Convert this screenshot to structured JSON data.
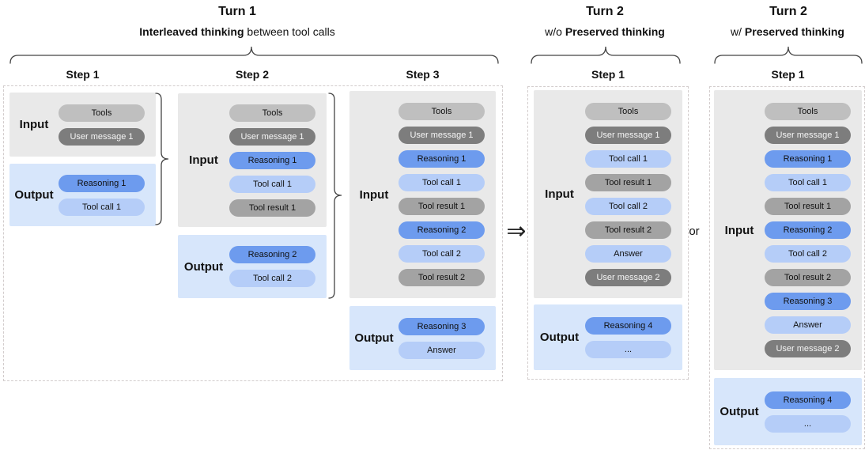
{
  "headers": {
    "turn1": {
      "title": "Turn 1",
      "subtitle_bold": "Interleaved thinking",
      "subtitle_rest": " between tool calls"
    },
    "turn2a": {
      "title": "Turn 2",
      "subtitle_prefix": "w/o ",
      "subtitle_bold": "Preserved thinking"
    },
    "turn2b": {
      "title": "Turn 2",
      "subtitle_prefix": "w/ ",
      "subtitle_bold": "Preserved thinking"
    }
  },
  "labels": {
    "input": "Input",
    "output": "Output"
  },
  "connectors": {
    "arrow": "⇒",
    "or_label": "or"
  },
  "palette": {
    "input_bg": "#e9e9e9",
    "output_bg": "#d7e6fb",
    "dash_border": "#d2cccc",
    "user_message_text": "#f5f5f5",
    "pill_colors": {
      "tools": "#bfbfbf",
      "user_message": "#7d7d7d",
      "reasoning": "#6d9bee",
      "tool_call": "#b5cdf8",
      "tool_result": "#a3a3a3",
      "answer": "#b5cdf8",
      "ellipsis": "#b5cdf8"
    }
  },
  "columns": [
    {
      "step": "Step 1",
      "input": [
        {
          "label": "Tools",
          "type": "tools"
        },
        {
          "label": "User message 1",
          "type": "user_message"
        }
      ],
      "output": [
        {
          "label": "Reasoning 1",
          "type": "reasoning"
        },
        {
          "label": "Tool call 1",
          "type": "tool_call"
        }
      ]
    },
    {
      "step": "Step 2",
      "input": [
        {
          "label": "Tools",
          "type": "tools"
        },
        {
          "label": "User message 1",
          "type": "user_message"
        },
        {
          "label": "Reasoning 1",
          "type": "reasoning"
        },
        {
          "label": "Tool call 1",
          "type": "tool_call"
        },
        {
          "label": "Tool result 1",
          "type": "tool_result"
        }
      ],
      "output": [
        {
          "label": "Reasoning 2",
          "type": "reasoning"
        },
        {
          "label": "Tool call 2",
          "type": "tool_call"
        }
      ]
    },
    {
      "step": "Step 3",
      "input": [
        {
          "label": "Tools",
          "type": "tools"
        },
        {
          "label": "User message 1",
          "type": "user_message"
        },
        {
          "label": "Reasoning 1",
          "type": "reasoning"
        },
        {
          "label": "Tool call 1",
          "type": "tool_call"
        },
        {
          "label": "Tool result 1",
          "type": "tool_result"
        },
        {
          "label": "Reasoning 2",
          "type": "reasoning"
        },
        {
          "label": "Tool call 2",
          "type": "tool_call"
        },
        {
          "label": "Tool result 2",
          "type": "tool_result"
        }
      ],
      "output": [
        {
          "label": "Reasoning 3",
          "type": "reasoning"
        },
        {
          "label": "Answer",
          "type": "answer"
        }
      ]
    },
    {
      "step": "Step 1",
      "input": [
        {
          "label": "Tools",
          "type": "tools"
        },
        {
          "label": "User message 1",
          "type": "user_message"
        },
        {
          "label": "Tool call 1",
          "type": "tool_call"
        },
        {
          "label": "Tool result 1",
          "type": "tool_result"
        },
        {
          "label": "Tool call 2",
          "type": "tool_call"
        },
        {
          "label": "Tool result 2",
          "type": "tool_result"
        },
        {
          "label": "Answer",
          "type": "answer"
        },
        {
          "label": "User message 2",
          "type": "user_message"
        }
      ],
      "output": [
        {
          "label": "Reasoning 4",
          "type": "reasoning"
        },
        {
          "label": "...",
          "type": "ellipsis"
        }
      ]
    },
    {
      "step": "Step 1",
      "input": [
        {
          "label": "Tools",
          "type": "tools"
        },
        {
          "label": "User message 1",
          "type": "user_message"
        },
        {
          "label": "Reasoning 1",
          "type": "reasoning"
        },
        {
          "label": "Tool call 1",
          "type": "tool_call"
        },
        {
          "label": "Tool result 1",
          "type": "tool_result"
        },
        {
          "label": "Reasoning 2",
          "type": "reasoning"
        },
        {
          "label": "Tool call 2",
          "type": "tool_call"
        },
        {
          "label": "Tool result 2",
          "type": "tool_result"
        },
        {
          "label": "Reasoning 3",
          "type": "reasoning"
        },
        {
          "label": "Answer",
          "type": "answer"
        },
        {
          "label": "User message 2",
          "type": "user_message"
        }
      ],
      "output": [
        {
          "label": "Reasoning 4",
          "type": "reasoning"
        },
        {
          "label": "...",
          "type": "ellipsis"
        }
      ]
    }
  ]
}
